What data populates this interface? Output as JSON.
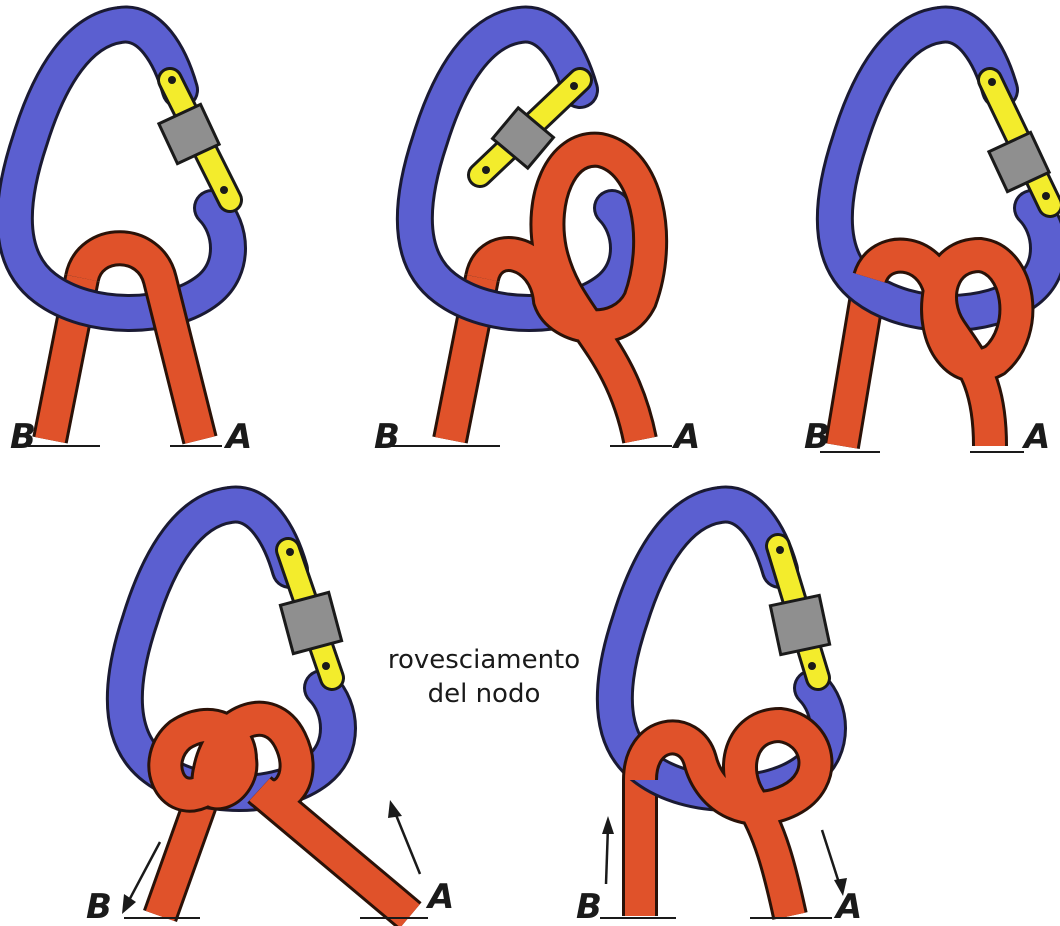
{
  "colors": {
    "carabiner": "#5b5fd0",
    "carabiner_outline": "#1a1a33",
    "rope": "#e0522a",
    "rope_outline": "#2a1208",
    "gate": "#f3ec2c",
    "sleeve": "#8f8f8f",
    "ink": "#1a1a1a"
  },
  "caption": {
    "line1": "rovesciamento",
    "line2": "del nodo"
  },
  "panels": [
    {
      "left_label": "B",
      "right_label": "A"
    },
    {
      "left_label": "B",
      "right_label": "A"
    },
    {
      "left_label": "B",
      "right_label": "A"
    },
    {
      "left_label": "B",
      "right_label": "A"
    },
    {
      "left_label": "B",
      "right_label": "A"
    }
  ]
}
